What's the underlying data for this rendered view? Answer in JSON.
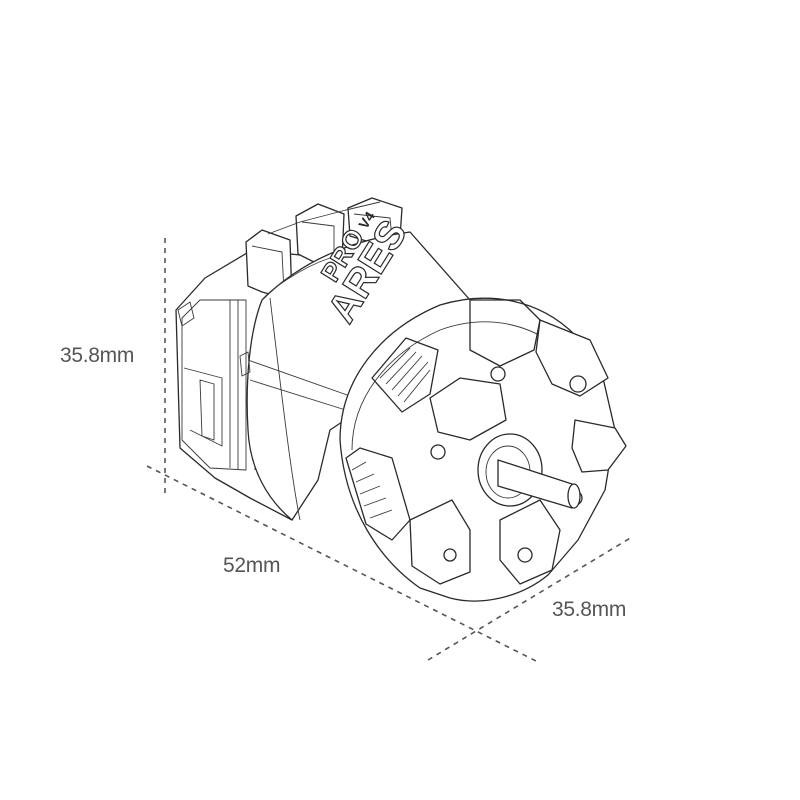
{
  "dimensions": {
    "height": "35.8mm",
    "length": "52mm",
    "width": "35.8mm"
  },
  "motor_label": {
    "brand": "ARES",
    "model": "PRO",
    "version": "V4"
  },
  "colors": {
    "line": "#2a2a2a",
    "dimension_text": "#555555",
    "background": "#ffffff"
  }
}
